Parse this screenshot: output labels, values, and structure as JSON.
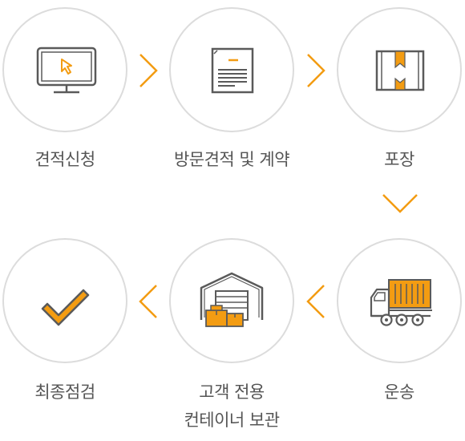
{
  "process": {
    "steps": [
      {
        "label": "견적신청",
        "icon": "monitor-cursor-icon"
      },
      {
        "label": "방문견적 및 계약",
        "icon": "document-icon"
      },
      {
        "label": "포장",
        "icon": "package-box-icon"
      },
      {
        "label": "운송",
        "icon": "cargo-truck-icon"
      },
      {
        "label_line1": "고객 전용",
        "label_line2": "컨테이너 보관",
        "icon": "warehouse-icon"
      },
      {
        "label": "최종점검",
        "icon": "checkmark-icon"
      }
    ],
    "arrows": [
      "chevron-right-icon",
      "chevron-right-icon",
      "chevron-down-icon",
      "chevron-left-icon",
      "chevron-left-icon"
    ]
  },
  "colors": {
    "accent": "#f39c12",
    "circle_border": "#dcdcdc",
    "icon_stroke": "#5a5a5a",
    "label_text": "#555555"
  }
}
